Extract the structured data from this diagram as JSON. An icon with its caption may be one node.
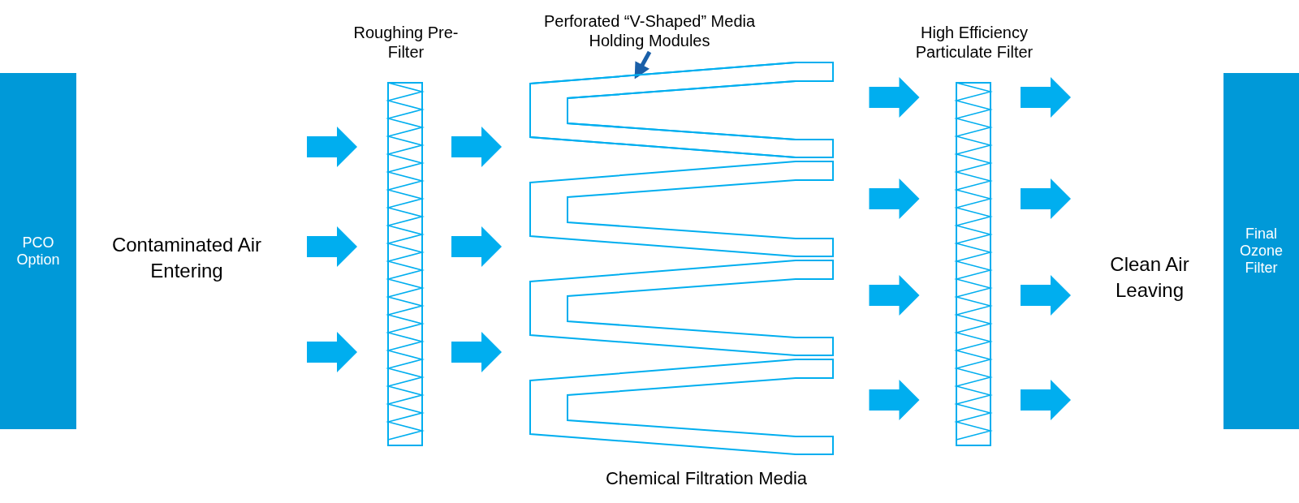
{
  "diagram": {
    "nodes": [
      {
        "text": [
          "PCO Option"
        ]
      },
      {
        "text": [
          "Roughing Pre-Filter"
        ]
      },
      {
        "text": [
          "Perforated “V-Shaped” Media Holding Modules"
        ]
      },
      {
        "text": [
          "Chemical Filtration Media"
        ]
      },
      {
        "text": [],
        "shape": "picture",
        "in": 3
      },
      {
        "text": [
          "High Efficiency Particulate Filter"
        ]
      },
      {
        "text": [
          "Final Ozone Filter"
        ]
      }
    ],
    "edges": [
      {
        "from": 2,
        "to": 4,
        "arrow": "to",
        "color": "#1a5fa8"
      },
      {
        "from": null,
        "to": 1,
        "arrow": "to"
      },
      {
        "from": null,
        "to": 1,
        "arrow": "to"
      },
      {
        "from": null,
        "to": 1,
        "arrow": "to"
      },
      {
        "from": 1,
        "to": 3,
        "arrow": "to"
      },
      {
        "from": 1,
        "to": 3,
        "arrow": "to"
      },
      {
        "from": 1,
        "to": 3,
        "arrow": "to"
      },
      {
        "from": 3,
        "to": 5,
        "arrow": "to"
      },
      {
        "from": 3,
        "to": 5,
        "arrow": "to"
      },
      {
        "from": 3,
        "to": 5,
        "arrow": "to"
      },
      {
        "from": 3,
        "to": 5,
        "arrow": "to"
      },
      {
        "from": 5,
        "to": null,
        "arrow": "to"
      },
      {
        "from": 5,
        "to": null,
        "arrow": "to"
      },
      {
        "from": 5,
        "to": null,
        "arrow": "to"
      },
      {
        "from": 5,
        "to": null,
        "arrow": "to"
      }
    ],
    "labels": [
      "Contaminated Air Entering",
      "Clean Air Leaving"
    ]
  }
}
